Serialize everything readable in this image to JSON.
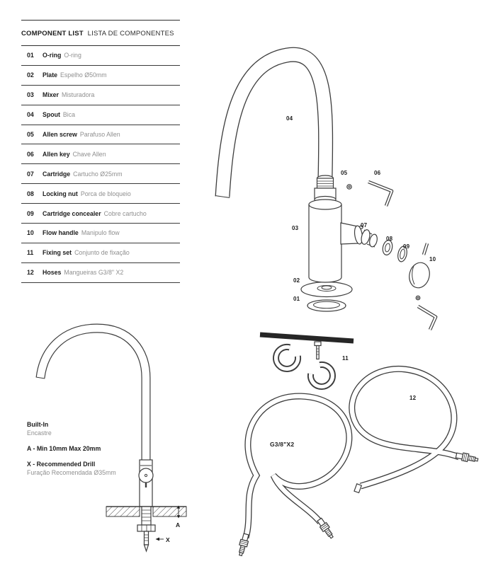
{
  "component_list": {
    "title_en": "COMPONENT LIST",
    "title_pt": "LISTA DE COMPONENTES",
    "items": [
      {
        "num": "01",
        "en": "O-ring",
        "pt": "O-ring"
      },
      {
        "num": "02",
        "en": "Plate",
        "pt": "Espelho Ø50mm"
      },
      {
        "num": "03",
        "en": "Mixer",
        "pt": "Misturadora"
      },
      {
        "num": "04",
        "en": "Spout",
        "pt": "Bica"
      },
      {
        "num": "05",
        "en": "Allen screw",
        "pt": "Parafuso Allen"
      },
      {
        "num": "06",
        "en": "Allen key",
        "pt": "Chave Allen"
      },
      {
        "num": "07",
        "en": "Cartridge",
        "pt": "Cartucho Ø25mm"
      },
      {
        "num": "08",
        "en": "Locking nut",
        "pt": "Porca de bloqueio"
      },
      {
        "num": "09",
        "en": "Cartridge concealer",
        "pt": "Cobre cartucho"
      },
      {
        "num": "10",
        "en": "Flow handle",
        "pt": "Manipulo flow"
      },
      {
        "num": "11",
        "en": "Fixing set",
        "pt": "Conjunto de fixação"
      },
      {
        "num": "12",
        "en": "Hoses",
        "pt": "Mangueiras G3/8\" X2"
      }
    ]
  },
  "diagram": {
    "labels": {
      "p01": "01",
      "p02": "02",
      "p03": "03",
      "p04": "04",
      "p05": "05",
      "p06": "06",
      "p07": "07",
      "p08": "08",
      "p09": "09",
      "p10": "10",
      "p11": "11",
      "p12": "12"
    },
    "hose_size_label": "G3/8\"X2",
    "dim_a": "A",
    "dim_x": "X"
  },
  "install_notes": {
    "built_in_en": "Built-In",
    "built_in_pt": "Encastre",
    "dim_a_note": "A - Min 10mm Max 20mm",
    "dim_x_note_en": "X - Recommended Drill",
    "dim_x_note_pt": "Furação Recomendada Ø35mm"
  },
  "colors": {
    "ink": "#1c1c1c",
    "muted": "#8f8f8f",
    "line": "#3d3d3d"
  }
}
